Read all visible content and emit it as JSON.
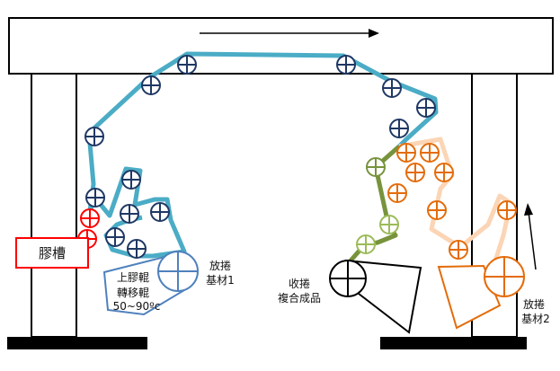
{
  "labels": {
    "glue_tank": "膠槽",
    "roller_line1": "上膠輥",
    "roller_line2": "轉移輥",
    "roller_line3": "50~90ºc",
    "unwind1_line1": "放捲",
    "unwind1_line2": "基材1",
    "rewind_line1": "收捲",
    "rewind_line2": "複合成品",
    "unwind2_line1": "放捲",
    "unwind2_line2": "基材2"
  },
  "colors": {
    "web_blue": "#4bacc6",
    "roller_navy": "#1f3864",
    "glue_red": "#ff0000",
    "web_green": "#77933c",
    "roller_green": "#9bbb59",
    "web_orange": "#e46c0a",
    "web_peach": "#fbd5b5",
    "steel_blue": "#4f81bd",
    "frame": "#000000"
  },
  "icons": {
    "roller": "roller-icon",
    "direction": "arrow-icon"
  }
}
